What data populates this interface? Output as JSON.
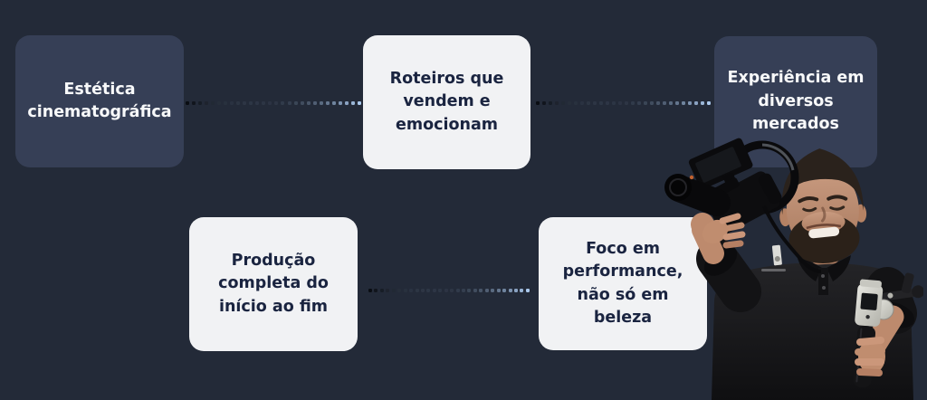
{
  "theme": {
    "background": "#232a38",
    "dark_card_bg": "#363f56",
    "light_card_bg": "#f1f2f4",
    "dark_text": "#1a2440",
    "light_text": "#f8f9fa",
    "connector_start": "#0a0d13",
    "connector_end": "#aac8ec"
  },
  "cards": [
    {
      "text": "Estética cinematográfica",
      "variant": "dark"
    },
    {
      "text": "Roteiros que vendem e emocionam",
      "variant": "light"
    },
    {
      "text": "Experiência em diversos mercados",
      "variant": "dark"
    },
    {
      "text": "Produção completa do início ao fim",
      "variant": "light"
    },
    {
      "text": "Foco em performance, não só em beleza",
      "variant": "light"
    }
  ],
  "connectors": {
    "dot_count": 28
  },
  "photo": {
    "name": "videographer-holding-camera-and-gimbal"
  }
}
